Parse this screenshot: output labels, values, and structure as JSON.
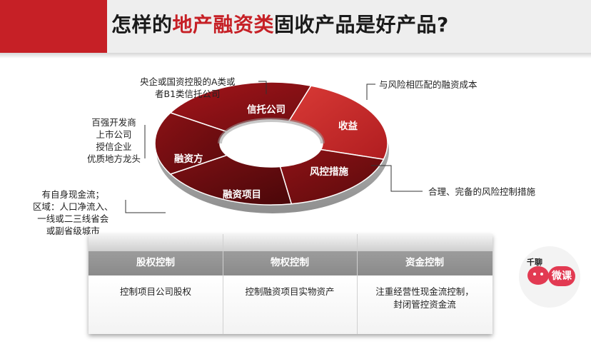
{
  "header": {
    "title_prefix": "怎样的",
    "title_highlight": "地产融资类",
    "title_suffix": "固收产品是好产品?",
    "accent_color": "#c62026"
  },
  "ring": {
    "segments": [
      {
        "label": "信托公司"
      },
      {
        "label": "收益"
      },
      {
        "label": "风控措施"
      },
      {
        "label": "融资项目"
      },
      {
        "label": "融资方"
      }
    ]
  },
  "annotations": {
    "trust": [
      "央企或国资控股的A类或",
      "者B1类信托公司"
    ],
    "returns": [
      "与风险相匹配的融资成本"
    ],
    "borrower": [
      "百强开发商",
      "上市公司",
      "授信企业",
      "优质地方龙头"
    ],
    "project": [
      "有自身现金流；",
      "区域：人口净流入、",
      "一线或二三线省会",
      "或副省级城市"
    ],
    "risk": [
      "合理、完备的风险控制措施"
    ]
  },
  "controls": [
    {
      "title": "股权控制",
      "body": [
        "控制项目公司股权"
      ]
    },
    {
      "title": "物权控制",
      "body": [
        "控制融资项目实物资产"
      ]
    },
    {
      "title": "资金控制",
      "body": [
        "注重经营性现金流控制，",
        "封闭管控资金流"
      ]
    }
  ],
  "logo": {
    "left_text": "千聊",
    "right_text": "微课"
  }
}
